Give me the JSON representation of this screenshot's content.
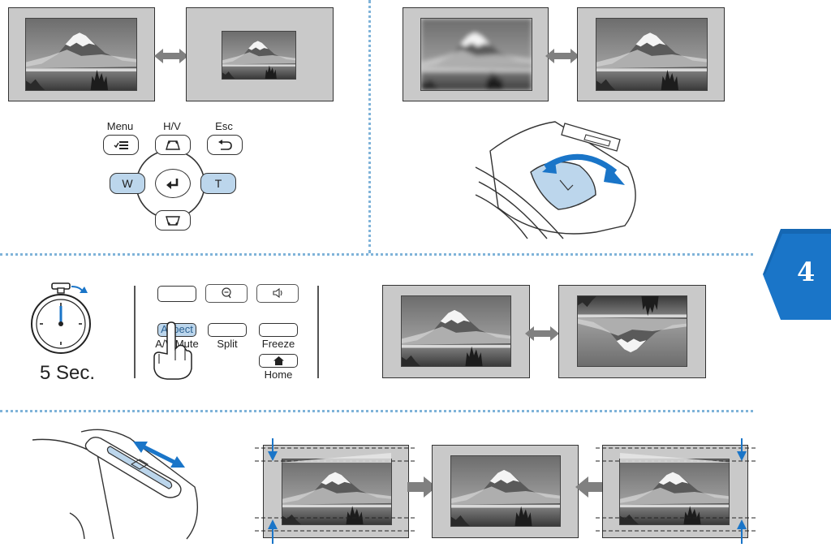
{
  "remote_keys": {
    "menu": "Menu",
    "hv": "H/V",
    "esc": "Esc",
    "w": "W",
    "t": "T"
  },
  "timer": {
    "label": "5 Sec."
  },
  "remote_buttons": {
    "aspect": "Aspect",
    "av_mute": "A/V Mute",
    "split": "Split",
    "freeze": "Freeze",
    "home": "Home"
  },
  "chapter_tab": {
    "number": "4",
    "color": "#1a75c8"
  },
  "accent_colors": {
    "dotted_divider": "#7fb3d9",
    "highlight_key": "#bcd6ec",
    "arrow_blue": "#1a75c8"
  },
  "icons": [
    "double-arrow-icon",
    "menu-list-icon",
    "keystone-icon",
    "enter-icon",
    "return-icon",
    "stopwatch-icon",
    "hand-pointer-icon",
    "zoom-out-icon",
    "volume-icon",
    "home-icon",
    "rotate-arrow-icon",
    "slide-arrow-icon",
    "right-arrow-icon",
    "left-arrow-icon"
  ]
}
